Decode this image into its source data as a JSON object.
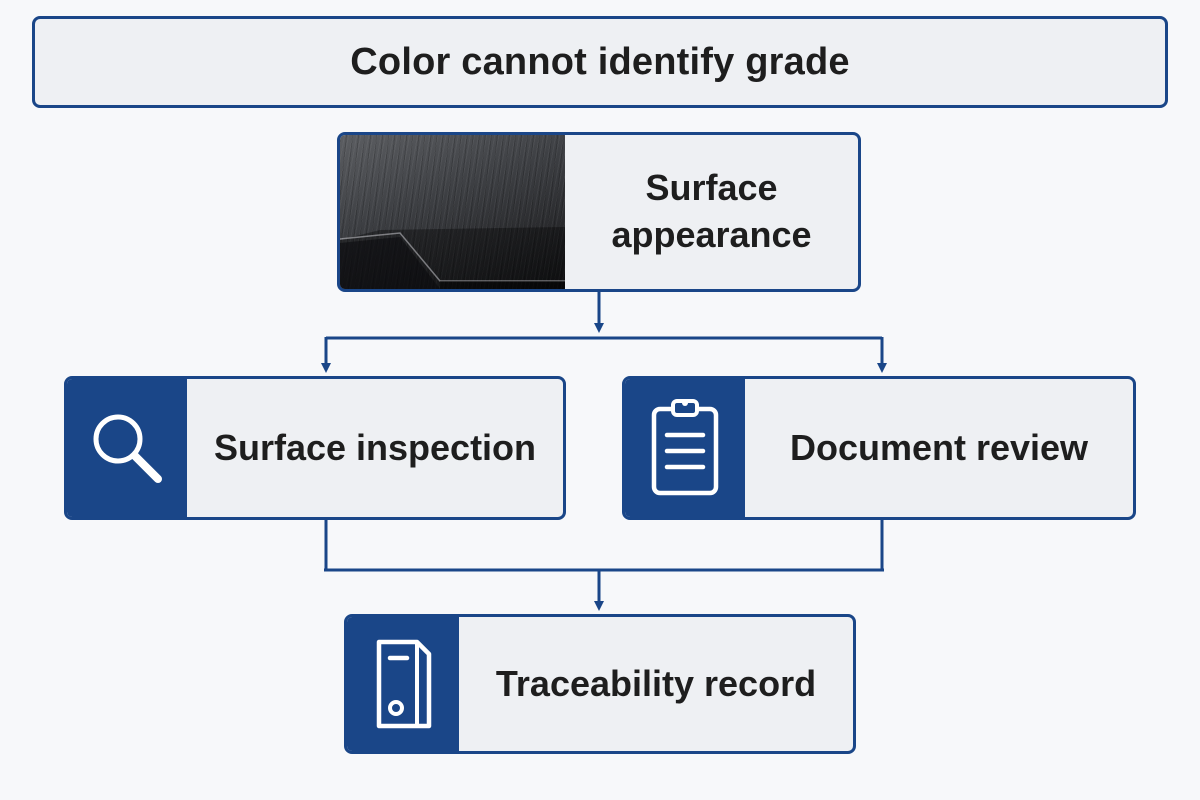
{
  "title": "Color cannot identify grade",
  "nodes": {
    "surface_appearance": {
      "label_line1": "Surface",
      "label_line2": "appearance"
    },
    "surface_inspection": {
      "label": "Surface inspection",
      "icon": "magnifier-icon"
    },
    "document_review": {
      "label": "Document review",
      "icon": "clipboard-icon"
    },
    "traceability_record": {
      "label": "Traceability record",
      "icon": "record-file-icon"
    }
  },
  "colors": {
    "accent": "#1a4688",
    "box_fill": "#eef0f3",
    "text": "#1e1e1e",
    "background": "#f7f8fa"
  }
}
